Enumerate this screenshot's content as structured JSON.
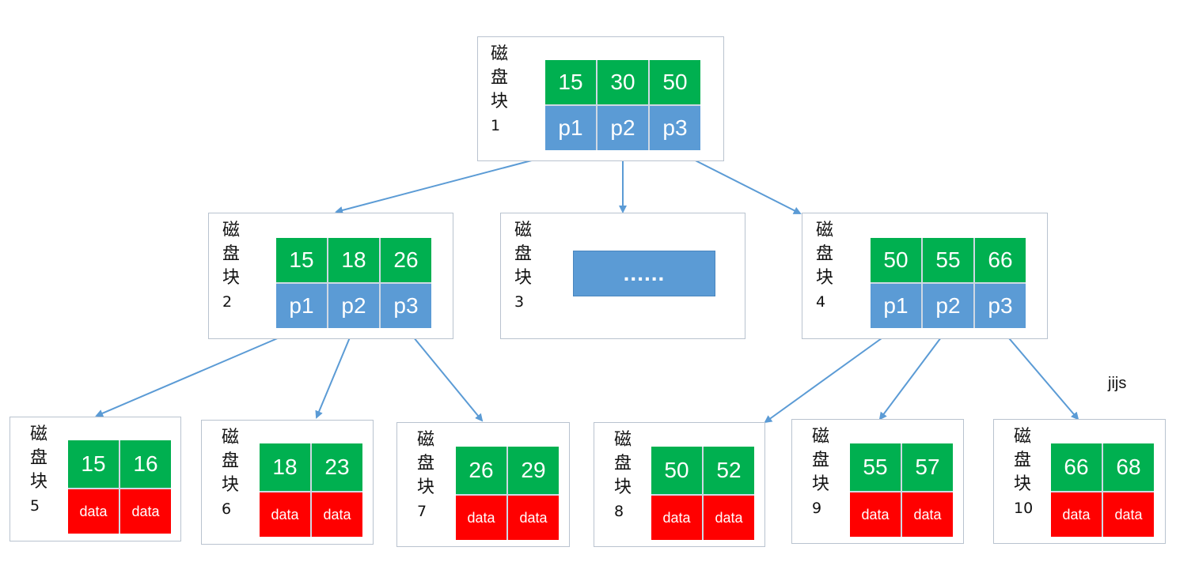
{
  "colors": {
    "key": "#00b050",
    "pointer": "#5b9bd5",
    "data": "#ff0000",
    "arrow": "#5b9bd5",
    "border": "#b9c3cf"
  },
  "blocks": {
    "b1": {
      "label": [
        "磁",
        "盘",
        "块"
      ],
      "number": "1",
      "keys": [
        "15",
        "30",
        "50"
      ],
      "pointers": [
        "p1",
        "p2",
        "p3"
      ]
    },
    "b2": {
      "label": [
        "磁",
        "盘",
        "块"
      ],
      "number": "2",
      "keys": [
        "15",
        "18",
        "26"
      ],
      "pointers": [
        "p1",
        "p2",
        "p3"
      ]
    },
    "b3": {
      "label": [
        "磁",
        "盘",
        "块"
      ],
      "number": "3",
      "ellipsis": "......"
    },
    "b4": {
      "label": [
        "磁",
        "盘",
        "块"
      ],
      "number": "4",
      "keys": [
        "50",
        "55",
        "66"
      ],
      "pointers": [
        "p1",
        "p2",
        "p3"
      ]
    },
    "b5": {
      "label": [
        "磁",
        "盘",
        "块"
      ],
      "number": "5",
      "keys": [
        "15",
        "16"
      ],
      "data": [
        "data",
        "data"
      ]
    },
    "b6": {
      "label": [
        "磁",
        "盘",
        "块"
      ],
      "number": "6",
      "keys": [
        "18",
        "23"
      ],
      "data": [
        "data",
        "data"
      ]
    },
    "b7": {
      "label": [
        "磁",
        "盘",
        "块"
      ],
      "number": "7",
      "keys": [
        "26",
        "29"
      ],
      "data": [
        "data",
        "data"
      ]
    },
    "b8": {
      "label": [
        "磁",
        "盘",
        "块"
      ],
      "number": "8",
      "keys": [
        "50",
        "52"
      ],
      "data": [
        "data",
        "data"
      ]
    },
    "b9": {
      "label": [
        "磁",
        "盘",
        "块"
      ],
      "number": "9",
      "keys": [
        "55",
        "57"
      ],
      "data": [
        "data",
        "data"
      ]
    },
    "b10": {
      "label": [
        "磁",
        "盘",
        "块"
      ],
      "number": "10",
      "keys": [
        "66",
        "68"
      ],
      "data": [
        "data",
        "data"
      ]
    }
  },
  "edges": [
    {
      "from": "b1.p1",
      "to": "b2"
    },
    {
      "from": "b1.p2",
      "to": "b3"
    },
    {
      "from": "b1.p3",
      "to": "b4"
    },
    {
      "from": "b2.p1",
      "to": "b5"
    },
    {
      "from": "b2.p2",
      "to": "b6"
    },
    {
      "from": "b2.p3",
      "to": "b7"
    },
    {
      "from": "b4.p1",
      "to": "b8"
    },
    {
      "from": "b4.p2",
      "to": "b9"
    },
    {
      "from": "b4.p3",
      "to": "b10"
    }
  ],
  "note": "jijs"
}
